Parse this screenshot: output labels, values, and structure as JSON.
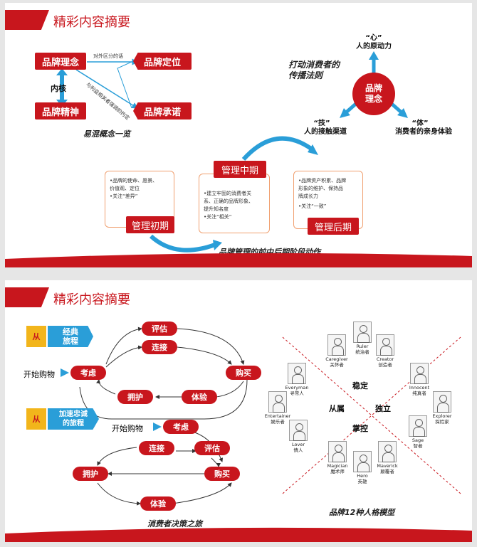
{
  "slide1": {
    "title": "精彩内容摘要",
    "brand_concept": "品牌理念",
    "brand_position": "品牌定位",
    "brand_spirit": "品牌精神",
    "brand_promise": "品牌承诺",
    "core_label": "内核",
    "outward_note": "对外区分的话",
    "promise_note": "与利益相关者强调的约定",
    "confusion_caption": "易混概念一览",
    "rule_title": "打动消费者的\n传播法则",
    "center_circle": "品牌\n理念",
    "heart_quote": "“心”",
    "heart_text": "人的原动力",
    "skill_quote": "“技”",
    "skill_text": "人的接触渠道",
    "body_quote": "“体”",
    "body_text": "消费者的亲身体验",
    "stage_early": "管理初期",
    "stage_mid": "管理中期",
    "stage_late": "管理后期",
    "early_items": [
      "•品牌的使命、愿景、",
      "价值观、定位",
      "•关注“差异”"
    ],
    "mid_items": [
      "•建立牢固的消费者关",
      "系、正确的品牌形象、",
      "提升知名度",
      "•关注“相关”"
    ],
    "late_items": [
      "•品牌资产积累、品牌",
      "形象的维护、保持品",
      "牌成长力",
      "•关注“一致”"
    ],
    "stages_caption": "品牌管理的前中后期阶段动作"
  },
  "slide2": {
    "title": "精彩内容摘要",
    "from1": "从",
    "journey1": "经典\n旅程",
    "from2": "从",
    "journey2": "加速忠诚\n的旅程",
    "start_shopping_1": "开始购物",
    "start_shopping_2": "开始购物",
    "c1": {
      "evaluate": "评估",
      "connect": "连接",
      "consider": "考虑",
      "buy": "购买",
      "embrace": "拥护",
      "experience": "体验"
    },
    "c2": {
      "consider": "考虑",
      "connect": "连接",
      "evaluate": "评估",
      "embrace": "拥护",
      "buy": "购买",
      "experience": "体验"
    },
    "decision_caption": "消费者决策之旅",
    "quad_stable": "稳定",
    "quad_belong": "从属",
    "quad_independent": "独立",
    "quad_master": "掌控",
    "archetypes": [
      {
        "en": "Ruler",
        "cn": "统治者"
      },
      {
        "en": "Caregiver",
        "cn": "关怀者"
      },
      {
        "en": "Creator",
        "cn": "创造者"
      },
      {
        "en": "Everyman",
        "cn": "寻常人"
      },
      {
        "en": "Innocent",
        "cn": "纯真者"
      },
      {
        "en": "Entertainer",
        "cn": "娱乐者"
      },
      {
        "en": "Explorer",
        "cn": "探险家"
      },
      {
        "en": "Lover",
        "cn": "情人"
      },
      {
        "en": "Sage",
        "cn": "智者"
      },
      {
        "en": "Magician",
        "cn": "魔术师"
      },
      {
        "en": "Maverick",
        "cn": "颠覆者"
      },
      {
        "en": "Hero",
        "cn": "英雄"
      }
    ],
    "archetype_caption": "品牌12种人格模型"
  },
  "colors": {
    "brand_red": "#c8161d",
    "accent_blue": "#2a9ed8",
    "accent_yellow": "#f2b51b"
  }
}
